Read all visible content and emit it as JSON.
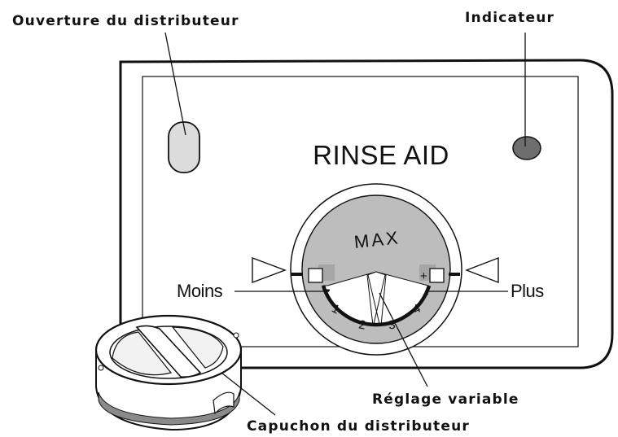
{
  "labels": {
    "dispenser_opening": "Ouverture du distributeur",
    "indicator": "Indicateur",
    "panel_title": "RINSE AID",
    "dial_max": "MAX",
    "less": "Moins",
    "more": "Plus",
    "variable_setting": "Réglage variable",
    "dispenser_cap": "Capuchon du distributeur"
  },
  "dial": {
    "minus_sign": "-",
    "plus_sign": "+",
    "plus_sign_small": "+",
    "steps": [
      "1",
      "2",
      "3",
      "4"
    ]
  },
  "colors": {
    "outline": "#111111",
    "indicator_fill": "#6e6e6e",
    "opening_fill": "#d9d9d9",
    "dial_gray": "#bdbdbd",
    "cap_band": "#8a8a8a"
  }
}
